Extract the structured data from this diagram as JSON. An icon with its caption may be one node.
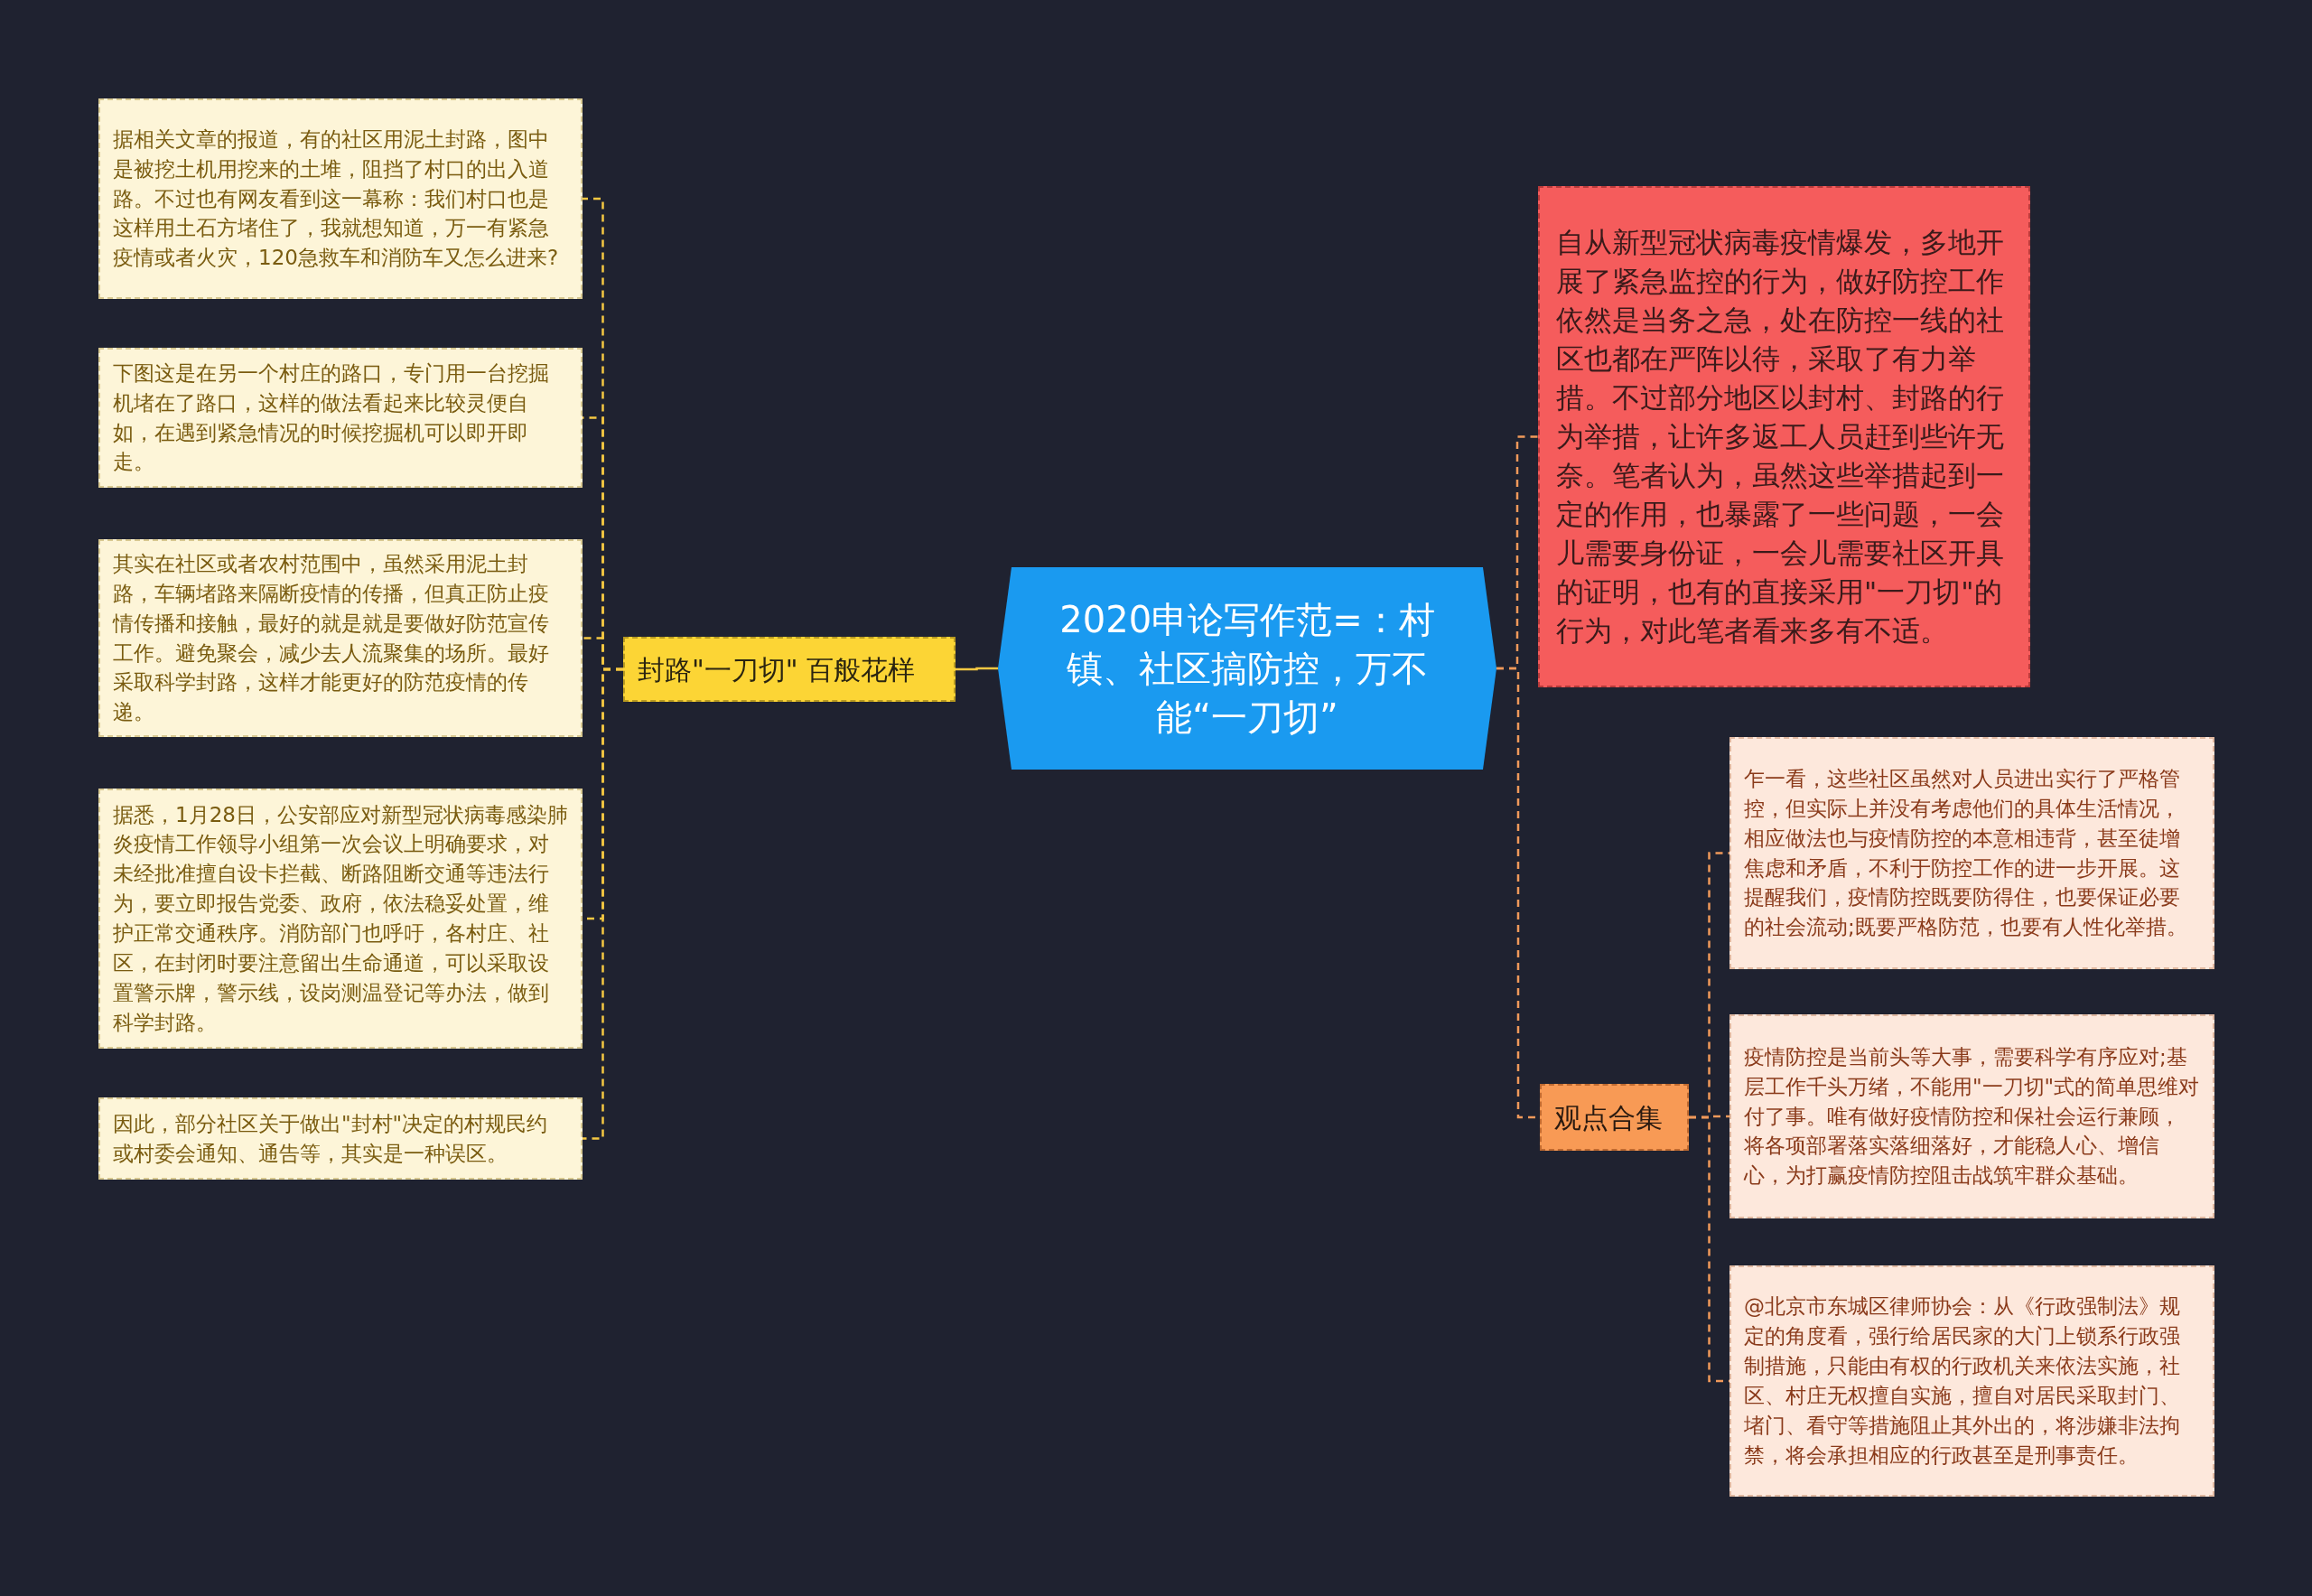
{
  "diagram": {
    "nodes": [
      {
        "text": [
          "2020申论写作范=：村镇、社区搞防控，万不能“一刀切”"
        ]
      },
      {
        "text": [
          "封路\"一刀切\" 百般花样"
        ]
      },
      {
        "text": [
          "据相关文章的报道，有的社区用泥土封路，图中是被挖土机用挖来的土堆，阻挡了村口的出入道路。不过也有网友看到这一幕称：我们村口也是这样用土石方堵住了，我就想知道，万一有紧急疫情或者火灾，120急救车和消防车又怎么进来?"
        ]
      },
      {
        "text": [
          "下图这是在另一个村庄的路口，专门用一台挖掘机堵在了路口，这样的做法看起来比较灵便自如，在遇到紧急情况的时候挖掘机可以即开即走。"
        ]
      },
      {
        "text": [
          "其实在社区或者农村范围中，虽然采用泥土封路，车辆堵路来隔断疫情的传播，但真正防止疫情传播和接触，最好的就是就是要做好防范宣传工作。避免聚会，减少去人流聚集的场所。最好采取科学封路，这样才能更好的防范疫情的传递。"
        ]
      },
      {
        "text": [
          "据悉，1月28日，公安部应对新型冠状病毒感染肺炎疫情工作领导小组第一次会议上明确要求，对未经批准擅自设卡拦截、断路阻断交通等违法行为，要立即报告党委、政府，依法稳妥处置，维护正常交通秩序。消防部门也呼吁，各村庄、社区，在封闭时要注意留出生命通道，可以采取设置警示牌，警示线，设岗测温登记等办法，做到科学封路。"
        ]
      },
      {
        "text": [
          "因此，部分社区关于做出\"封村\"决定的村规民约或村委会通知、通告等，其实是一种误区。"
        ]
      },
      {
        "text": [
          "自从新型冠状病毒疫情爆发，多地开展了紧急监控的行为，做好防控工作依然是当务之急，处在防控一线的社区也都在严阵以待，采取了有力举措。不过部分地区以封村、封路的行为举措，让许多返工人员赶到些许无奈。笔者认为，虽然这些举措起到一定的作用，也暴露了一些问题，一会儿需要身份证，一会儿需要社区开具的证明，也有的直接采用\"一刀切\"的行为，对此笔者看来多有不适。"
        ]
      },
      {
        "text": [
          "观点合集"
        ]
      },
      {
        "text": [
          "乍一看，这些社区虽然对人员进出实行了严格管控，但实际上并没有考虑他们的具体生活情况，相应做法也与疫情防控的本意相违背，甚至徒增焦虑和矛盾，不利于防控工作的进一步开展。这提醒我们，疫情防控既要防得住，也要保证必要的社会流动;既要严格防范，也要有人性化举措。"
        ]
      },
      {
        "text": [
          "疫情防控是当前头等大事，需要科学有序应对;基层工作千头万绪，不能用\"一刀切\"式的简单思维对付了事。唯有做好疫情防控和保社会运行兼顾，将各项部署落实落细落好，才能稳人心、增信心，为打赢疫情防控阻击战筑牢群众基础。"
        ]
      },
      {
        "text": [
          "@北京市东城区律师协会：从《行政强制法》规定的角度看，强行给居民家的大门上锁系行政强制措施，只能由有权的行政机关来依法实施，社区、村庄无权擅自实施，擅自对居民采取封门、堵门、看守等措施阻止其外出的，将涉嫌非法拘禁，将会承担相应的行政甚至是刑事责任。"
        ]
      }
    ],
    "edges": [
      {
        "from": 0,
        "to": 1,
        "arrow": "none"
      },
      {
        "from": 1,
        "to": 2,
        "arrow": "none",
        "style": "dashed"
      },
      {
        "from": 1,
        "to": 3,
        "arrow": "none",
        "style": "dashed"
      },
      {
        "from": 1,
        "to": 4,
        "arrow": "none",
        "style": "dashed"
      },
      {
        "from": 1,
        "to": 5,
        "arrow": "none",
        "style": "dashed"
      },
      {
        "from": 1,
        "to": 6,
        "arrow": "none",
        "style": "dashed"
      },
      {
        "from": 0,
        "to": 7,
        "arrow": "none",
        "style": "dashed",
        "color": "#f0995a"
      },
      {
        "from": 0,
        "to": 8,
        "arrow": "none",
        "style": "dashed",
        "color": "#f0995a"
      },
      {
        "from": 8,
        "to": 9,
        "arrow": "none",
        "style": "dashed",
        "color": "#f0995a"
      },
      {
        "from": 8,
        "to": 10,
        "arrow": "none",
        "style": "dashed",
        "color": "#f0995a"
      },
      {
        "from": 8,
        "to": 11,
        "arrow": "none",
        "style": "dashed",
        "color": "#f0995a"
      }
    ]
  }
}
